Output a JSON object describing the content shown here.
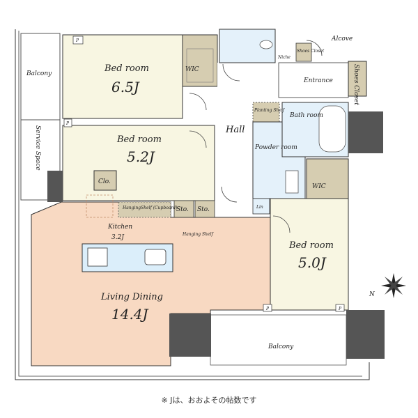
{
  "labels": {
    "balcony_west": "Balcony",
    "service_space": "Service Space",
    "bed1_name": "Bed room",
    "bed1_size": "6.5J",
    "wic1": "WIC",
    "bed2_name": "Bed room",
    "bed2_size": "5.2J",
    "clo": "Clo.",
    "hall": "Hall",
    "niche": "Niche",
    "shoes_closet_small": "Shoes Closet",
    "alcove": "Alcove",
    "entrance": "Entrance",
    "shoes_closet": "Shoes Closet",
    "planting_shelf": "Planting Shelf",
    "bath_room": "Bath room",
    "powder_room": "Powder room",
    "wic2": "WIC",
    "lin": "Lin",
    "kitchen_name": "Kitchen",
    "kitchen_size": "3.2J",
    "hanging_shelf_cupboard": "HangingShelf (Cupboard)",
    "sto1": "Sto.",
    "sto2": "Sto.",
    "hanging_shelf": "Hanging Shelf",
    "living_name": "Living Dining",
    "living_size": "14.4J",
    "bed3_name": "Bed room",
    "bed3_size": "5.0J",
    "balcony_south": "Balcony",
    "p_marker": "P",
    "compass_n": "N",
    "footnote": "※ Jは、おおよその帖数です"
  },
  "colors": {
    "bedroom": "#f8f6e2",
    "living": "#f8d9c2",
    "wet": "#e4f1fa",
    "storage": "#d6cdb1",
    "wall": "#6b6b6b",
    "pillar": "#555555",
    "line": "#333333"
  }
}
